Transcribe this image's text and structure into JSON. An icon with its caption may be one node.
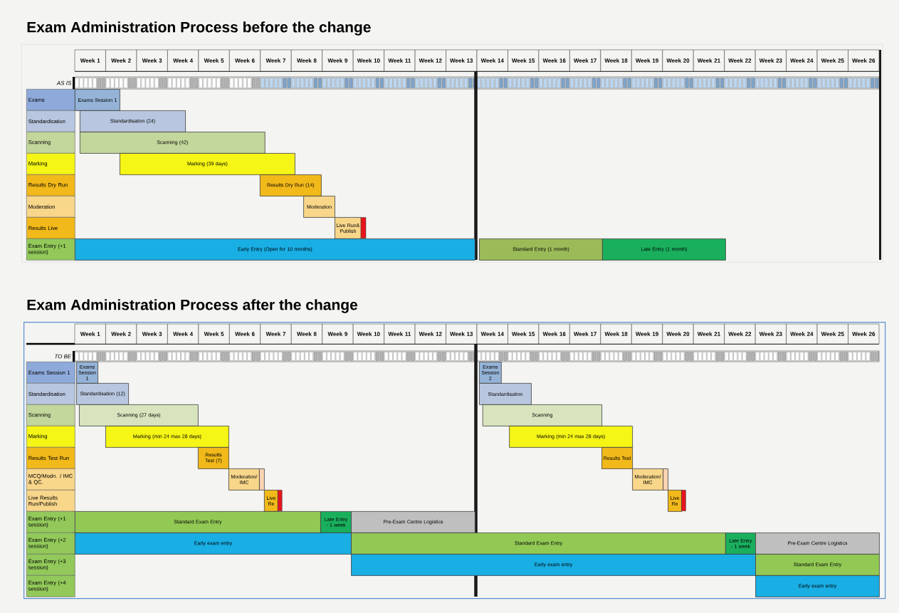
{
  "diagram": {
    "nodes": [
      {
        "text": [
          "Exam Administration Process before the change"
        ]
      },
      {
        "text": [
          "Exams"
        ],
        "in": 0
      },
      {
        "text": [
          "Exams Session 1"
        ],
        "in": 0
      },
      {
        "text": [
          "Standardisation"
        ],
        "in": 0
      },
      {
        "text": [
          "Standardisation (24)"
        ],
        "in": 0
      },
      {
        "text": [
          "Scanning"
        ],
        "in": 0
      },
      {
        "text": [
          "Scanning (42)"
        ],
        "in": 0
      },
      {
        "text": [
          "Marking"
        ],
        "in": 0
      },
      {
        "text": [
          "Marking (39 days)"
        ],
        "in": 0
      },
      {
        "text": [
          "Results Dry Run"
        ],
        "in": 0
      },
      {
        "text": [
          "Results Dry Run (14)"
        ],
        "in": 0
      },
      {
        "text": [
          "Moderation"
        ],
        "in": 0
      },
      {
        "text": [
          "Moderation"
        ],
        "in": 0
      },
      {
        "text": [
          "Results Live"
        ],
        "in": 0
      },
      {
        "text": [
          "Live Run& Publish"
        ],
        "in": 0
      },
      {
        "text": [
          "Exam Entry (+1 session)"
        ],
        "in": 0
      },
      {
        "text": [
          "Early Entry (Open for 10 months)"
        ],
        "in": 0
      },
      {
        "text": [
          "Standard Entry (1 month)"
        ],
        "in": 0
      },
      {
        "text": [
          "Late Entry (1 month)"
        ],
        "in": 0
      },
      {
        "text": [
          "Exam Administration Process after the change"
        ]
      },
      {
        "text": [
          "Exams Session 1"
        ],
        "in": 19
      },
      {
        "text": [
          "Exams Session 1"
        ],
        "in": 19
      },
      {
        "text": [
          "Exams Session 2"
        ],
        "in": 19
      },
      {
        "text": [
          "Standardisation"
        ],
        "in": 19
      },
      {
        "text": [
          "Standardisation (12)"
        ],
        "in": 19
      },
      {
        "text": [
          "Standardisation"
        ],
        "in": 19
      },
      {
        "text": [
          "Scanning"
        ],
        "in": 19
      },
      {
        "text": [
          "Scanning (27 days)"
        ],
        "in": 19
      },
      {
        "text": [
          "Scanning"
        ],
        "in": 19
      },
      {
        "text": [
          "Marking"
        ],
        "in": 19
      },
      {
        "text": [
          "Marking (min 24 max 28 days)"
        ],
        "in": 19
      },
      {
        "text": [
          "Marking (min 24 max 28 days)"
        ],
        "in": 19
      },
      {
        "text": [
          "Results Test Run"
        ],
        "in": 19
      },
      {
        "text": [
          "Results Test (7)"
        ],
        "in": 19
      },
      {
        "text": [
          "Results Test"
        ],
        "in": 19
      },
      {
        "text": [
          "MCQ/Modn. / IMC & QC."
        ],
        "in": 19
      },
      {
        "text": [
          "Moderation/ IMC"
        ],
        "in": 19
      },
      {
        "text": [],
        "shape": "box",
        "in": 19
      },
      {
        "text": [
          "Moderation/ IMC"
        ],
        "in": 19
      },
      {
        "text": [],
        "shape": "box",
        "in": 19
      },
      {
        "text": [
          "Live Results Run/Publish"
        ],
        "in": 19
      },
      {
        "text": [
          "Live Re"
        ],
        "in": 19
      },
      {
        "text": [
          "Live Re"
        ],
        "in": 19
      },
      {
        "text": [
          "Exam Entry (+1 session)"
        ],
        "in": 19
      },
      {
        "text": [
          "Standard Exam Entry"
        ],
        "in": 19
      },
      {
        "text": [
          "Late Entry - 1 week"
        ],
        "in": 19
      },
      {
        "text": [
          "Pre-Exam Centre Logistics"
        ],
        "in": 19
      },
      {
        "text": [
          "Exam Entry (+2 session)"
        ],
        "in": 19
      },
      {
        "text": [
          "Early exam entry"
        ],
        "in": 19
      },
      {
        "text": [
          "Standard Exam Entry"
        ],
        "in": 19
      },
      {
        "text": [
          "Late Entry - 1 week"
        ],
        "in": 19
      },
      {
        "text": [
          "Pre-Exam Centre Logistics"
        ],
        "in": 19
      },
      {
        "text": [
          "Exam Entry (+3 session)"
        ],
        "in": 19
      },
      {
        "text": [
          "Early exam entry"
        ],
        "in": 19
      },
      {
        "text": [
          "Standard Exam Entry"
        ],
        "in": 19
      },
      {
        "text": [
          "Exam Entry (+4 session)"
        ],
        "in": 19
      },
      {
        "text": [
          "Early exam entry"
        ],
        "in": 19
      }
    ],
    "labels": [
      "Week 1",
      "Week 2",
      "Week 3",
      "Week 4",
      "Week 5",
      "Week 6",
      "Week 7",
      "Week 8",
      "Week 9",
      "Week 10",
      "Week 11",
      "Week 12",
      "Week 13",
      "Week 14",
      "Week 15",
      "Week 16",
      "Week 17",
      "Week 18",
      "Week 19",
      "Week 20",
      "Week 21",
      "Week 22",
      "Week 23",
      "Week 24",
      "Week 25",
      "Week 26",
      "AS IS",
      "Week 1",
      "Week 2",
      "Week 3",
      "Week 4",
      "Week 5",
      "Week 6",
      "Week 7",
      "Week 8",
      "Week 9",
      "Week 10",
      "Week 11",
      "Week 12",
      "Week 13",
      "Week 14",
      "Week 15",
      "Week 16",
      "Week 17",
      "Week 18",
      "Week 19",
      "Week 20",
      "Week 21",
      "Week 22",
      "Week 23",
      "Week 24",
      "Week 25",
      "Week 26",
      "TO BE"
    ]
  }
}
